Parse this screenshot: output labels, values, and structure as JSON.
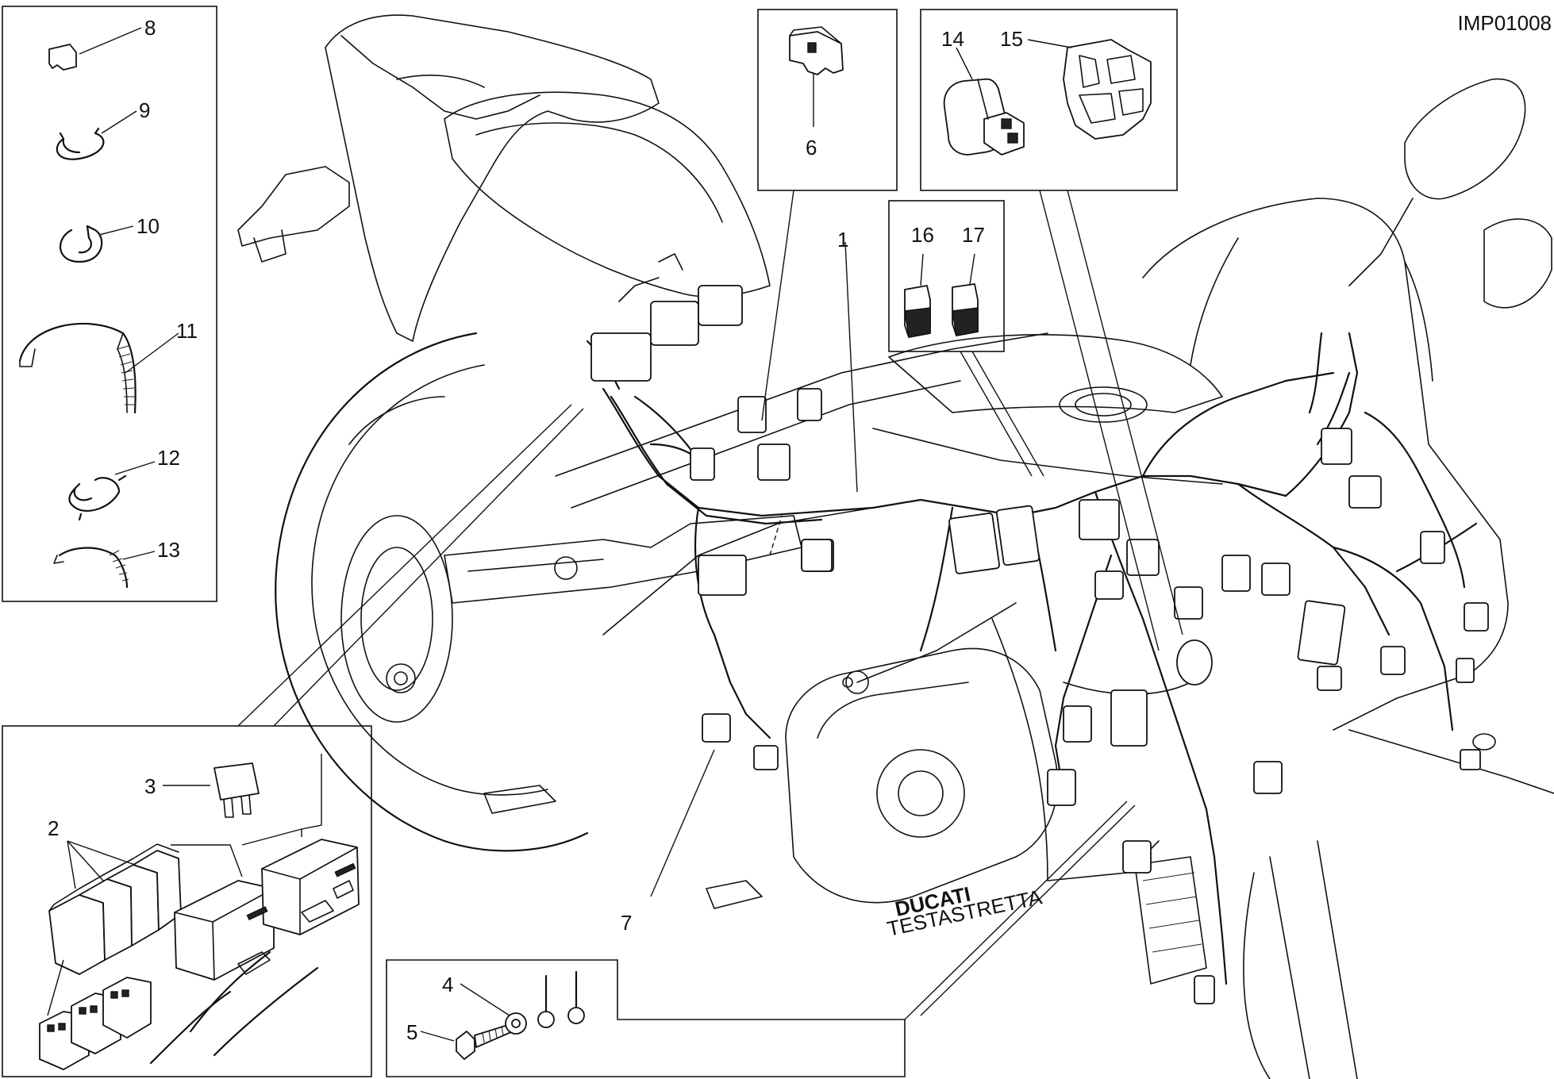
{
  "reference_code": "IMP01008",
  "callouts": [
    {
      "id": "1",
      "label": "1"
    },
    {
      "id": "2",
      "label": "2"
    },
    {
      "id": "3",
      "label": "3"
    },
    {
      "id": "4",
      "label": "4"
    },
    {
      "id": "5",
      "label": "5"
    },
    {
      "id": "6",
      "label": "6"
    },
    {
      "id": "7",
      "label": "7"
    },
    {
      "id": "8",
      "label": "8"
    },
    {
      "id": "9",
      "label": "9"
    },
    {
      "id": "10",
      "label": "10"
    },
    {
      "id": "11",
      "label": "11"
    },
    {
      "id": "12",
      "label": "12"
    },
    {
      "id": "13",
      "label": "13"
    },
    {
      "id": "14",
      "label": "14"
    },
    {
      "id": "15",
      "label": "15"
    },
    {
      "id": "16",
      "label": "16"
    },
    {
      "id": "17",
      "label": "17"
    }
  ],
  "frame_lettering": [
    "DUCATI",
    "TESTASTRETTA"
  ]
}
